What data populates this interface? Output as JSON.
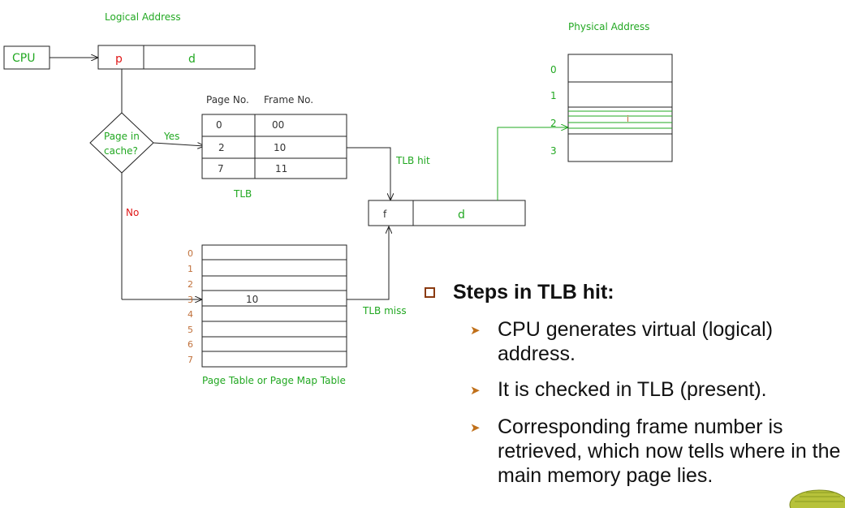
{
  "diagram": {
    "logical_address_label": "Logical Address",
    "physical_address_label": "Physical Address",
    "cpu": "CPU",
    "p": "p",
    "d": "d",
    "decision_line1": "Page in",
    "decision_line2": "cache?",
    "yes": "Yes",
    "no": "No",
    "tlb_header_page": "Page No.",
    "tlb_header_frame": "Frame No.",
    "tlb_rows": [
      {
        "page": "0",
        "frame": "00"
      },
      {
        "page": "2",
        "frame": "10"
      },
      {
        "page": "7",
        "frame": "11"
      }
    ],
    "tlb_label": "TLB",
    "tlb_hit": "TLB hit",
    "tlb_miss": "TLB miss",
    "f": "f",
    "physical_index": [
      "0",
      "1",
      "2",
      "3"
    ],
    "physical_mark": "i",
    "page_table_index": [
      "0",
      "1",
      "2",
      "3",
      "4",
      "5",
      "6",
      "7"
    ],
    "page_table_entry": "10",
    "page_table_label": "Page Table or Page Map Table"
  },
  "steps": {
    "title": "Steps in TLB hit:",
    "items": [
      "CPU generates virtual (logical) address.",
      "It is checked in TLB (present).",
      "Corresponding frame number is retrieved, which now tells where in the main memory page lies."
    ]
  },
  "colors": {
    "label_green": "#22a822",
    "red": "#e01818",
    "index_orange": "#c0703a",
    "bullet_brown": "#8a3a10"
  }
}
